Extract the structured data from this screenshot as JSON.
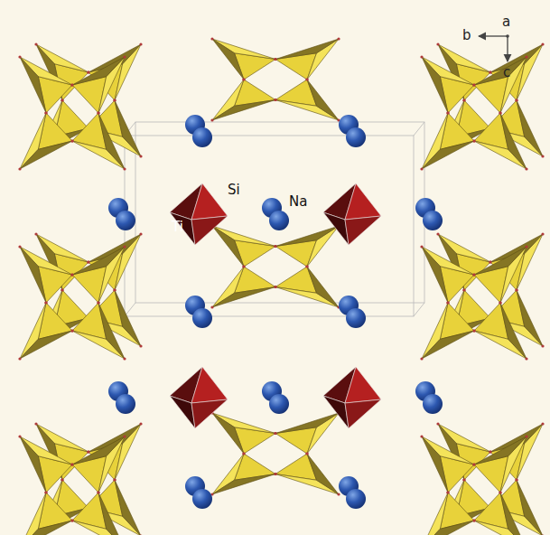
{
  "diagram": {
    "labels": [
      "Si",
      "Ti",
      "Na",
      "b",
      "a",
      "c"
    ]
  }
}
